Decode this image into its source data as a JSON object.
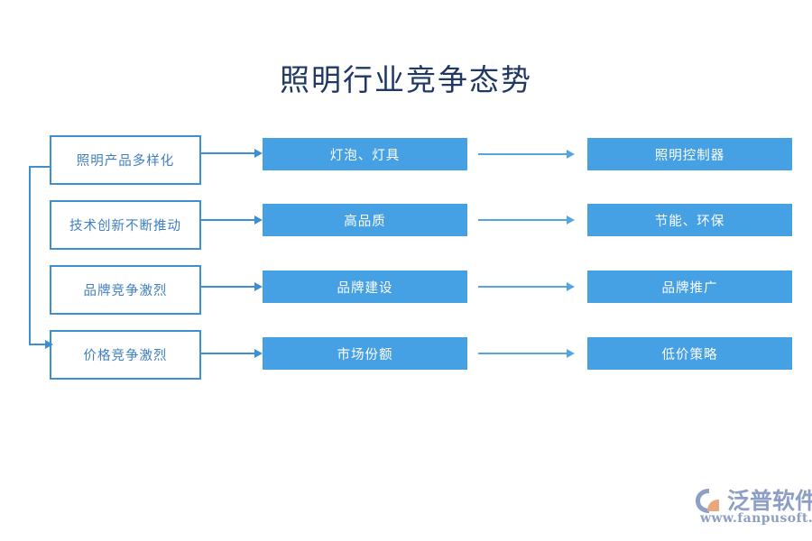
{
  "title": "照明行业竞争态势",
  "colors": {
    "title": "#1f3864",
    "box_fill": "#45a0e4",
    "box_border": "#3e8fd0",
    "box_text_outline": "#3f7fc1",
    "box_text_filled": "#ffffff",
    "connector": "#3e8fd0",
    "connector_light": "#56a5dd",
    "logo": "#8d9fc4",
    "logo_accent": "#e8a87c",
    "background": "#ffffff"
  },
  "rows": [
    {
      "driver": "照明产品多样化",
      "middle": "灯泡、灯具",
      "right": "照明控制器"
    },
    {
      "driver": "技术创新不断推动",
      "middle": "高品质",
      "right": "节能、环保"
    },
    {
      "driver": "品牌竞争激烈",
      "middle": "品牌建设",
      "right": "品牌推广"
    },
    {
      "driver": "价格竞争激烈",
      "middle": "市场份额",
      "right": "低价策略"
    }
  ],
  "logo": {
    "name": "泛普软件",
    "url": "www.fanpusoft.com"
  }
}
